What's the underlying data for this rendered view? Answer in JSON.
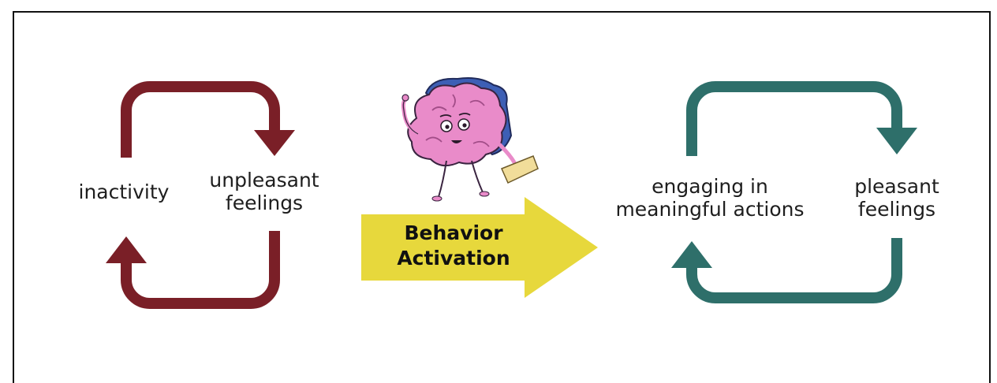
{
  "colors": {
    "negative_cycle": "#7a1f27",
    "positive_cycle": "#2e6f6a",
    "activation_arrow": "#e7d83c",
    "text": "#1e1e1e"
  },
  "left_cycle": {
    "start_label": "inactivity",
    "end_label_line1": "unpleasant",
    "end_label_line2": "feelings"
  },
  "center": {
    "arrow_line1": "Behavior",
    "arrow_line2": "Activation",
    "mascot_icon": "brain-mascot-icon"
  },
  "right_cycle": {
    "start_label_line1": "engaging in",
    "start_label_line2": "meaningful actions",
    "end_label_line1": "pleasant",
    "end_label_line2": "feelings"
  }
}
